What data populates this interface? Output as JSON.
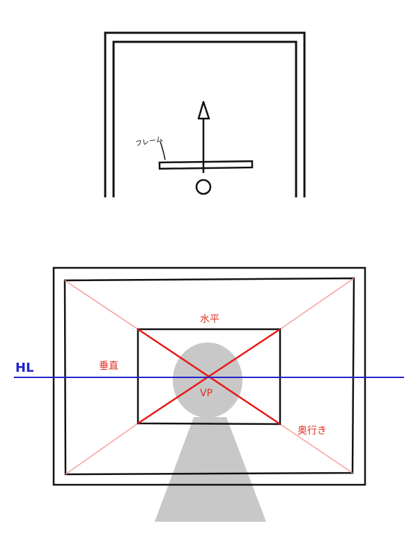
{
  "top_diagram": {
    "frame_label": "フレーム"
  },
  "bottom_diagram": {
    "horizon_label": "HL",
    "horizontal_label": "水平",
    "vertical_label": "垂直",
    "vanishing_point_label": "VP",
    "depth_label": "奥行き"
  },
  "colors": {
    "line": "#111111",
    "horizon": "#2222cc",
    "diagonal_strong": "#e81818",
    "diagonal_light": "#f4a0a0",
    "label": "#e03020",
    "silhouette": "#c8c8c8"
  }
}
